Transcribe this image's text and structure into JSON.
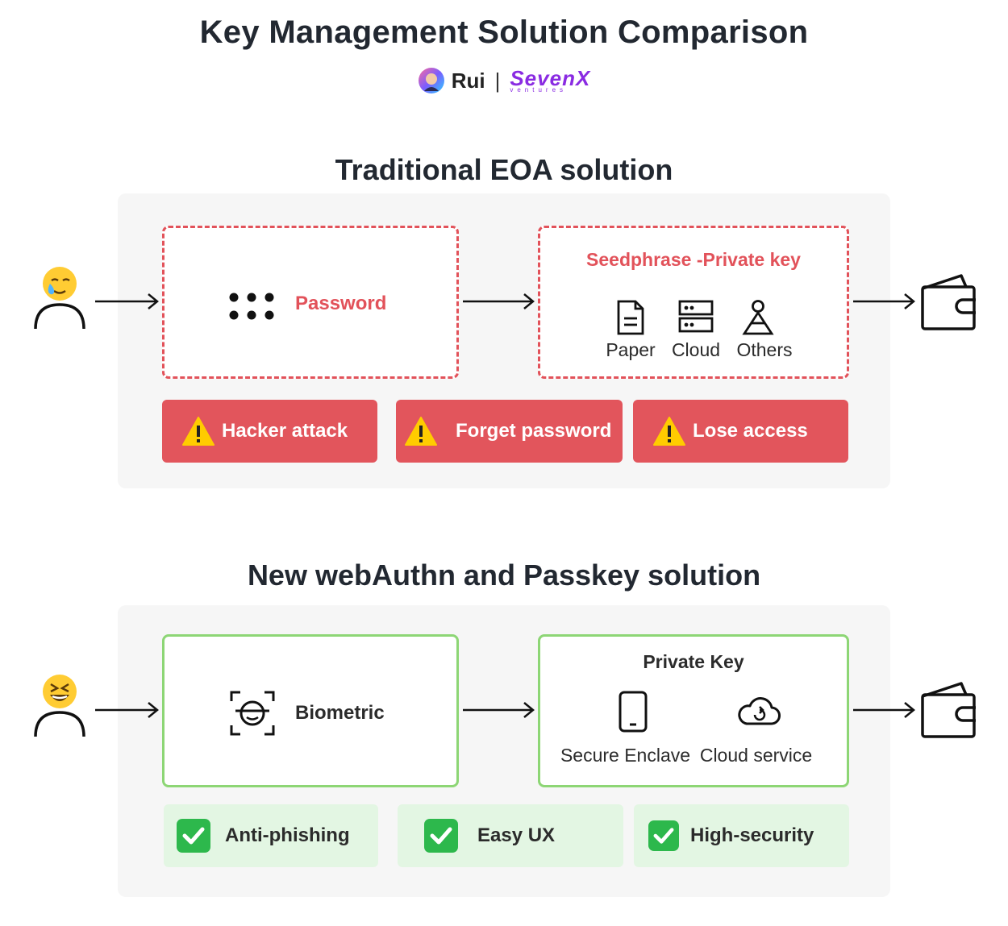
{
  "title": "Key Management Solution Comparison",
  "byline": {
    "author": "Rui",
    "separator": "|",
    "brand": "SevenX",
    "brand_sub": "ventures"
  },
  "traditional": {
    "heading": "Traditional EOA solution",
    "password_label": "Password",
    "seed_title": "Seedphrase -Private key",
    "storage": [
      "Paper",
      "Cloud",
      "Others"
    ],
    "risks": [
      "Hacker attack",
      "Forget password",
      "Lose access"
    ]
  },
  "webauthn": {
    "heading": "New webAuthn and Passkey solution",
    "biometric_label": "Biometric",
    "key_title": "Private Key",
    "storage": [
      "Secure Enclave",
      "Cloud service"
    ],
    "benefits": [
      "Anti-phishing",
      "Easy UX",
      "High-security"
    ]
  },
  "colors": {
    "risk": "#e2525a",
    "benefit_bg": "#e3f6e3",
    "benefit_border": "#8dd675",
    "brand": "#8a2be2"
  }
}
